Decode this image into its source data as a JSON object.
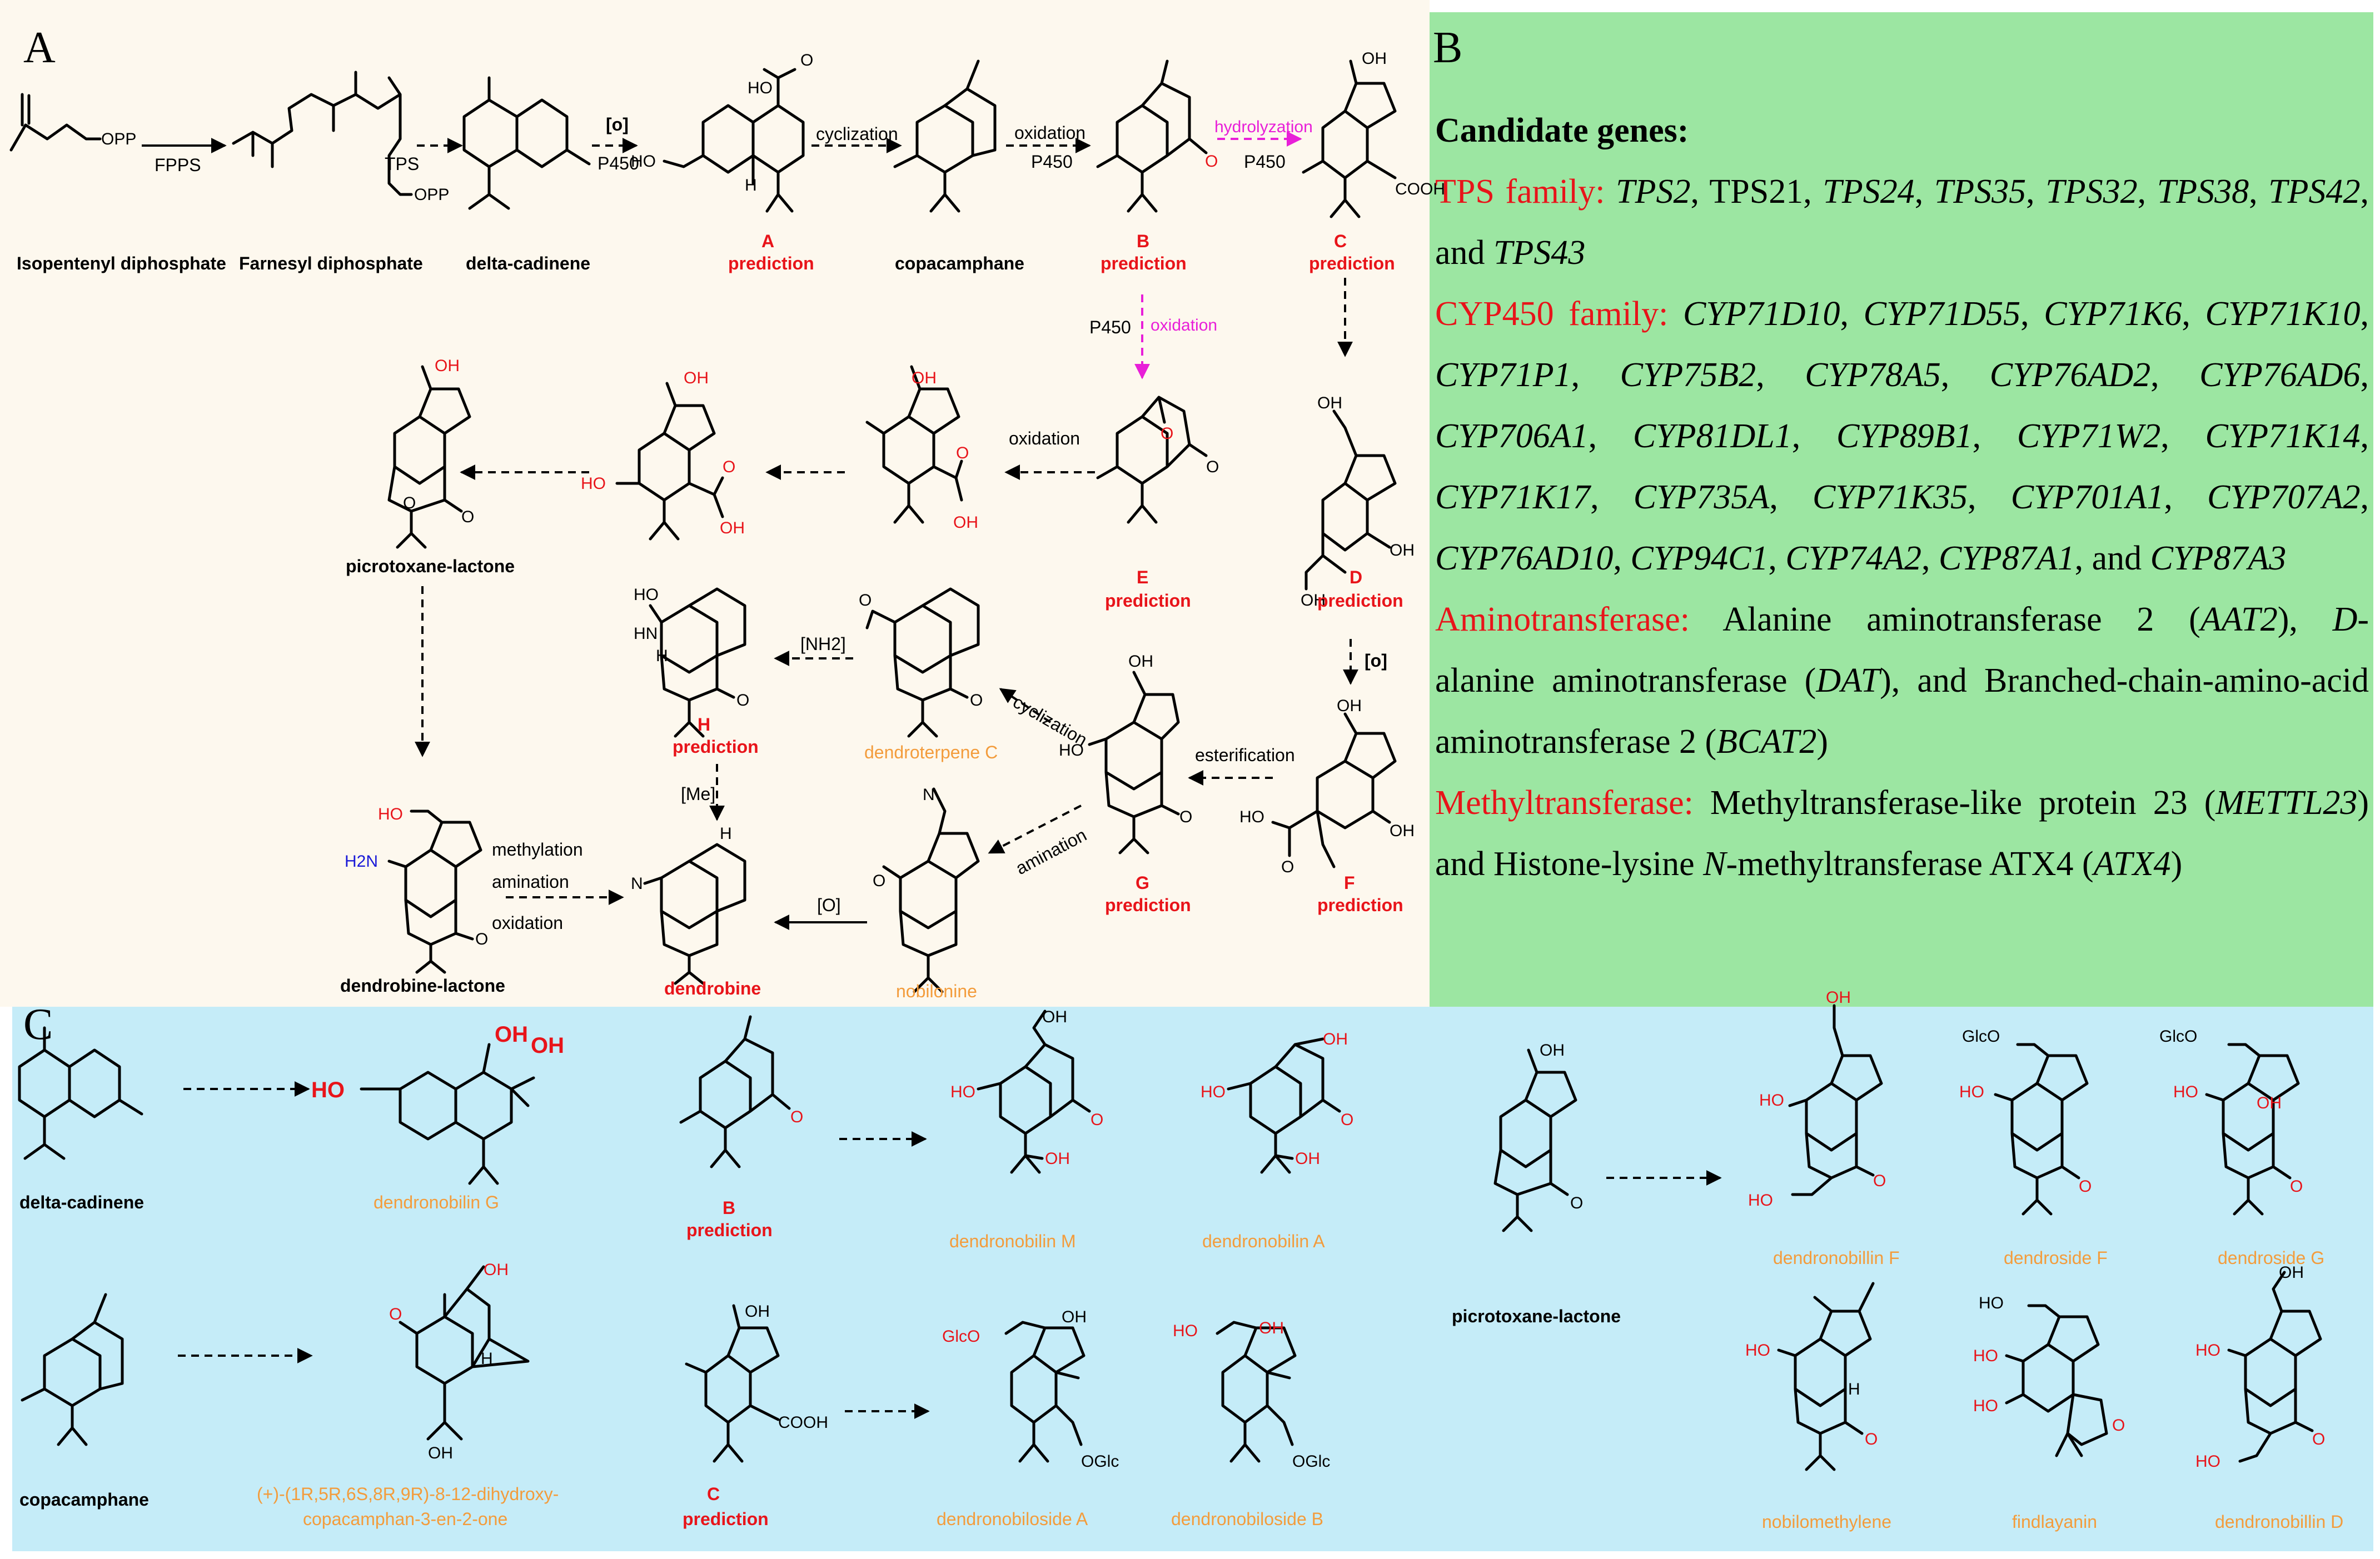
{
  "panels": {
    "a": "A",
    "b": "B",
    "c": "C"
  },
  "panel_a": {
    "compounds": {
      "ipp": "Isopentenyl diphosphate",
      "fpp": "Farnesyl diphosphate",
      "delta_cadinene": "delta-cadinene",
      "a": "A",
      "copacamphane": "copacamphane",
      "b": "B",
      "c": "C",
      "d": "D",
      "e": "E",
      "f": "F",
      "g": "G",
      "h": "H",
      "picrotoxane_lactone": "picrotoxane-lactone",
      "dendrobine_lactone": "dendrobine-lactone",
      "dendrobine": "dendrobine",
      "dendroterpene_c": "dendroterpene C",
      "nobilonine": "nobilonine"
    },
    "prediction": "prediction",
    "reactions": {
      "fpps": "FPPS",
      "tps": "TPS",
      "ox_bracket": "[o]",
      "p450": "P450",
      "cyclization": "cyclization",
      "oxidation": "oxidation",
      "hydrolyzation": "hydrolyzation",
      "nh2": "[NH2]",
      "me": "[Me]",
      "esterification": "esterification",
      "amination": "amination",
      "methylation": "methylation",
      "ox_cap": "[O]"
    },
    "atoms": {
      "opp": "OPP",
      "ho": "HO",
      "oh": "OH",
      "o": "O",
      "cooh": "COOH",
      "n": "N",
      "h": "H",
      "hn": "HN",
      "h2n": "H2N"
    }
  },
  "panel_b": {
    "heading": "Candidate genes:",
    "tps_label": "TPS family:",
    "cyp_label": "CYP450 family:",
    "amino_label": "Aminotransferase:",
    "methyl_label": "Methyltransferase:",
    "tps_genes": [
      "TPS2",
      "TPS21",
      "TPS24",
      "TPS35",
      "TPS32",
      "TPS38",
      "TPS42",
      "TPS43"
    ],
    "cyp_genes": [
      "CYP71D10",
      "CYP71D55",
      "CYP71K6",
      "CYP71K10",
      "CYP71P1",
      "CYP75B2",
      "CYP78A5",
      "CYP76AD2",
      "CYP76AD6",
      "CYP706A1",
      "CYP81DL1",
      "CYP89B1",
      "CYP71W2",
      "CYP71K14",
      "CYP71K17",
      "CYP735A",
      "CYP71K35",
      "CYP701A1",
      "CYP707A2",
      "CYP76AD10",
      "CYP94C1",
      "CYP74A2",
      "CYP87A1",
      "CYP87A3"
    ],
    "and": "and",
    "amino_text": [
      "Alanine aminotransferase 2 (",
      "AAT2",
      "), ",
      "D",
      "-",
      "alanine aminotransferase (",
      "DAT",
      "), and Branched-chain-amino-acid",
      "aminotransferase 2 (",
      "BCAT2",
      ")"
    ],
    "methyl_text": [
      "Methyltransferase-like protein 23 (",
      "METTL23",
      ")",
      "and Histone-lysine ",
      "N",
      "-methyltransferase ATX4 (",
      "ATX4",
      ")"
    ]
  },
  "panel_c": {
    "compounds": {
      "delta_cadinene": "delta-cadinene",
      "dendronobilin_g": "dendronobilin G",
      "b": "B",
      "dendronobilin_m": "dendronobilin M",
      "dendronobilin_a": "dendronobilin A",
      "picrotoxane_lactone": "picrotoxane-lactone",
      "dendronobillin_f": "dendronobillin F",
      "dendroside_f": "dendroside F",
      "dendroside_g": "dendroside G",
      "copacamphane": "copacamphane",
      "copacamphan_1": "(+)-(1R,5R,6S,8R,9R)-8-12-dihydroxy-",
      "copacamphan_2": "copacamphan-3-en-2-one",
      "c": "C",
      "dendronobiloside_a": "dendronobiloside A",
      "dendronobiloside_b": "dendronobiloside B",
      "nobilomethylene": "nobilomethylene",
      "findlayanin": "findlayanin",
      "dendronobillin_d": "dendronobillin D"
    },
    "prediction": "prediction",
    "atoms": {
      "oh": "OH",
      "ho": "HO",
      "o": "O",
      "h": "H",
      "cooh": "COOH",
      "glco": "GlcO",
      "oglc": "OGlc"
    }
  },
  "colors": {
    "panel_a_bg": "#fdf8ee",
    "panel_b_bg": "#9ce6a2",
    "panel_c_bg": "#c5ecf8",
    "prediction_red": "#e8141a",
    "natural_orange": "#f39c3c",
    "hydrolyzation_magenta": "#e81fd8"
  }
}
